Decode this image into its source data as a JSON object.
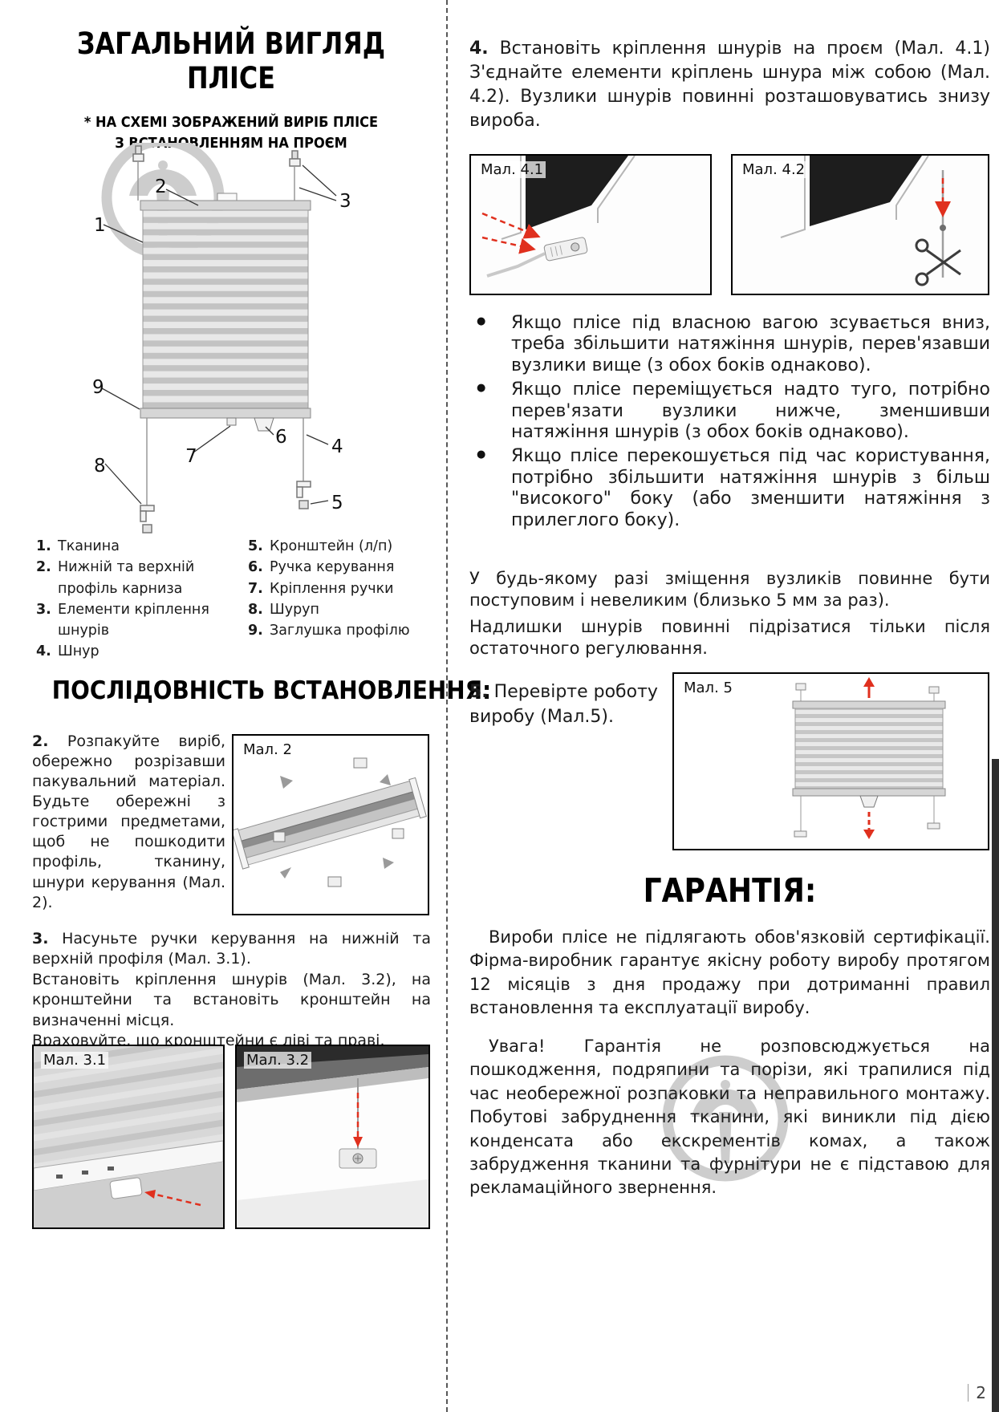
{
  "page": {
    "number": "2"
  },
  "colors": {
    "accent_red": "#e0301e",
    "watermark_gray": "#cdcdcd",
    "edge_bar": "#2e2e2e"
  },
  "icons": {
    "watermark_logo": "brand-circle-umbrella-logo",
    "scissors": "scissors",
    "arrow_up": "▲",
    "arrow_down": "▼"
  },
  "overview": {
    "title_line1": "ЗАГАЛЬНИЙ ВИГЛЯД",
    "title_line2": "ПЛІСЕ",
    "subtitle_line1": "* НА СХЕМІ ЗОБРАЖЕНИЙ ВИРІБ ПЛІСЕ",
    "subtitle_line2": "З ВСТАНОВЛЕННЯМ НА ПРОЄМ",
    "part_numbers": {
      "n1": "1",
      "n2": "2",
      "n3": "3",
      "n4": "4",
      "n5": "5",
      "n6": "6",
      "n7": "7",
      "n8": "8",
      "n9": "9"
    },
    "legend_col1": [
      {
        "num": "1.",
        "label": "Тканина"
      },
      {
        "num": "2.",
        "label": "Нижній та верхній профіль карниза"
      },
      {
        "num": "3.",
        "label": "Елементи кріплення шнурів"
      },
      {
        "num": "4.",
        "label": "Шнур"
      }
    ],
    "legend_col2": [
      {
        "num": "5.",
        "label": "Кронштейн (л/п)"
      },
      {
        "num": "6.",
        "label": "Ручка керування"
      },
      {
        "num": "7.",
        "label": "Кріплення ручки"
      },
      {
        "num": "8.",
        "label": "Шуруп"
      },
      {
        "num": "9.",
        "label": "Заглушка профілю"
      }
    ]
  },
  "install": {
    "heading": "ПОСЛІДОВНІСТЬ ВСТАНОВЛЕННЯ:",
    "step2_num": "2.",
    "step2_text": "Розпакуйте виріб, обережно розрізавши пакувальний матеріал. Будьте обережні з гострими предметами, щоб не пошкодити профіль, тканину, шнури керування (Мал. 2).",
    "fig2_label": "Мал. 2",
    "step3_num": "3.",
    "step3_line1": "Насуньте ручки керування на нижній та верхній профіля (Мал. 3.1).",
    "step3_line2": "Встановіть кріплення шнурів (Мал. 3.2), на кронштейни та встановіть кронштейн на визначенні місця.",
    "step3_line3": "Враховуйте, що кронштейни є ліві та праві.",
    "fig31_label": "Мал. 3.1",
    "fig32_label": "Мал. 3.2",
    "step4_num": "4.",
    "step4_text": "Встановіть кріплення шнурів на проєм (Мал. 4.1) З'єднайте елементи кріплень шнура між собою (Мал. 4.2). Вузлики шнурів повинні розташовуватись знизу вироба.",
    "fig41_label": "Мал. 4.1",
    "fig42_label": "Мал. 4.2",
    "bullets": [
      "Якщо плісе під власною вагою зсувається вниз, треба збільшити натяжіння шнурів, перев'язавши вузлики вище (з обох боків однаково).",
      "Якщо плісе переміщується надто туго, потрібно перев'язати вузлики нижче, зменшивши натяжіння шнурів (з обох боків однаково).",
      "Якщо плісе перекошується під час користування, потрібно збільшити натяжіння шнурів з більш \"високого\" боку (або зменшити натяжіння з прилеглого боку)."
    ],
    "note_line1": "У будь-якому разі зміщення вузликів повинне бути поступовим і невеликим (близько 5 мм за раз).",
    "note_line2": "Надлишки шнурів повинні підрізатися тільки після остаточного регулювання.",
    "step5_num": "5.",
    "step5_text": "Перевірте роботу виробу (Мал.5).",
    "fig5_label": "Мал. 5"
  },
  "warranty": {
    "heading": "ГАРАНТІЯ:",
    "p1": "Вироби плісе не підлягають обов'язковій сертифікації. Фірма-виробник гарантує якісну роботу виробу протягом 12 місяців з дня продажу при дотриманні правил встановлення та експлуатації виробу.",
    "p2": "Увага! Гарантія не розповсюджується на пошкодження, подряпини та порізи, які трапилися під час необережної розпаковки та неправильного монтажу. Побутові забруднення тканини, які виникли під дією конденсата або екскрементів комах, а також забрудження тканини та фурнітури не є підставою для рекламаційного звернення."
  }
}
